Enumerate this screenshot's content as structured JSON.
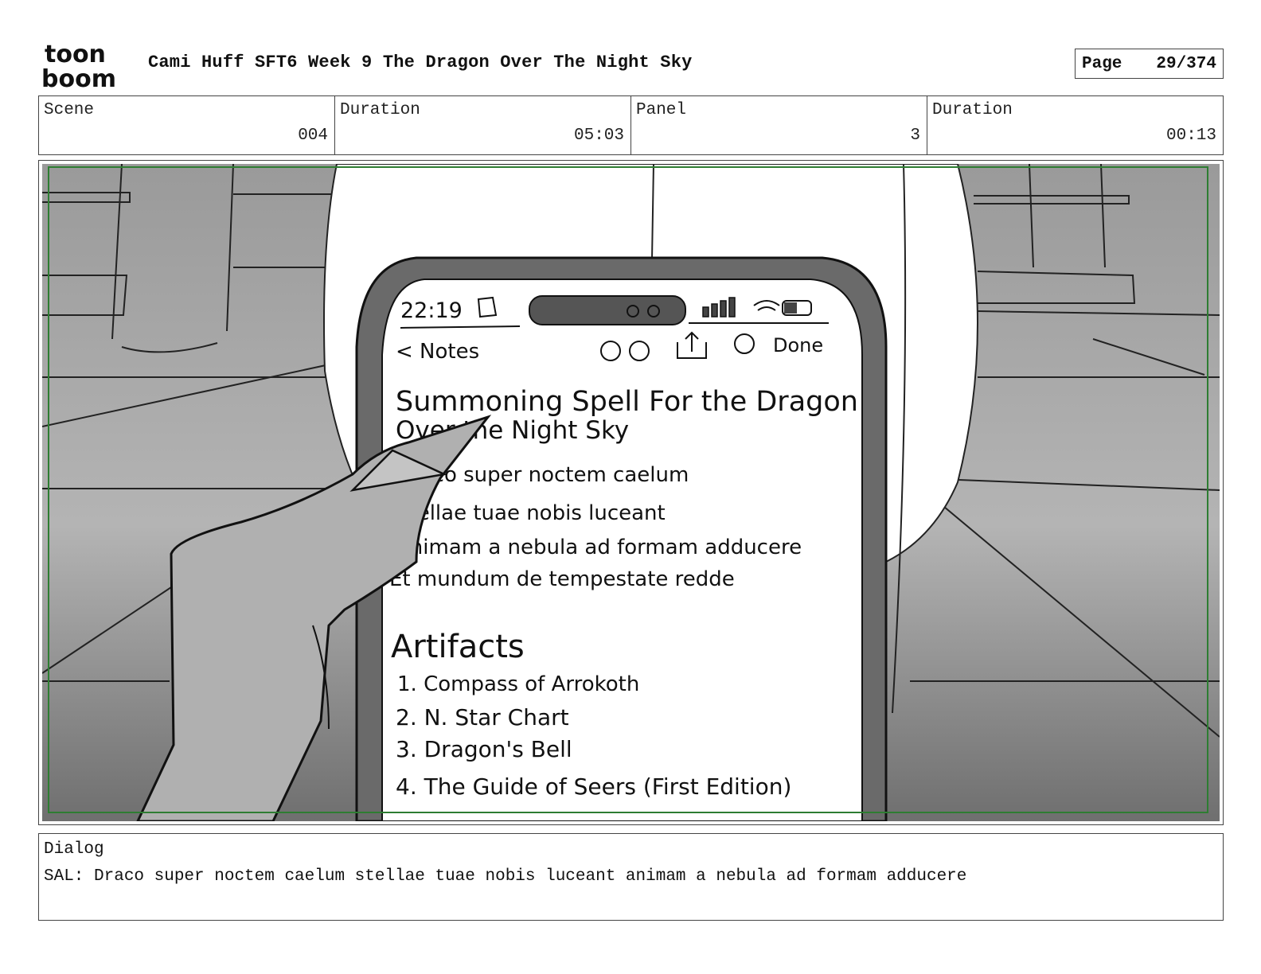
{
  "header": {
    "logo_top": "toon",
    "logo_bottom": "boom",
    "title": "Cami Huff SFT6 Week 9 The Dragon Over The Night Sky",
    "page_label": "Page",
    "page_value": "29/374"
  },
  "info": {
    "scene_label": "Scene",
    "scene_value": "004",
    "duration_label": "Duration",
    "duration_value": "05:03",
    "panel_label": "Panel",
    "panel_value": "3",
    "panel_duration_label": "Duration",
    "panel_duration_value": "00:13"
  },
  "phone": {
    "time": "22:19",
    "back_label": "< Notes",
    "done_label": "Done",
    "note_title_line1": "Summoning Spell For the Dragon",
    "note_title_line2": "Over the Night Sky",
    "spell_lines": [
      "Draco super noctem caelum",
      "Stellae tuae nobis luceant",
      "Animam a nebula ad formam adducere",
      "Et mundum de tempestate redde"
    ],
    "artifacts_heading": "Artifacts",
    "artifacts": [
      "1. Compass of Arrokoth",
      "2. N. Star Chart",
      "3. Dragon's Bell",
      "4. The Guide of Seers (First Edition)"
    ]
  },
  "dialog": {
    "label": "Dialog",
    "text": "SAL: Draco super noctem caelum stellae tuae nobis luceant animam a nebula ad formam adducere"
  },
  "colors": {
    "safe_area": "#2e7d32",
    "border": "#444444"
  }
}
